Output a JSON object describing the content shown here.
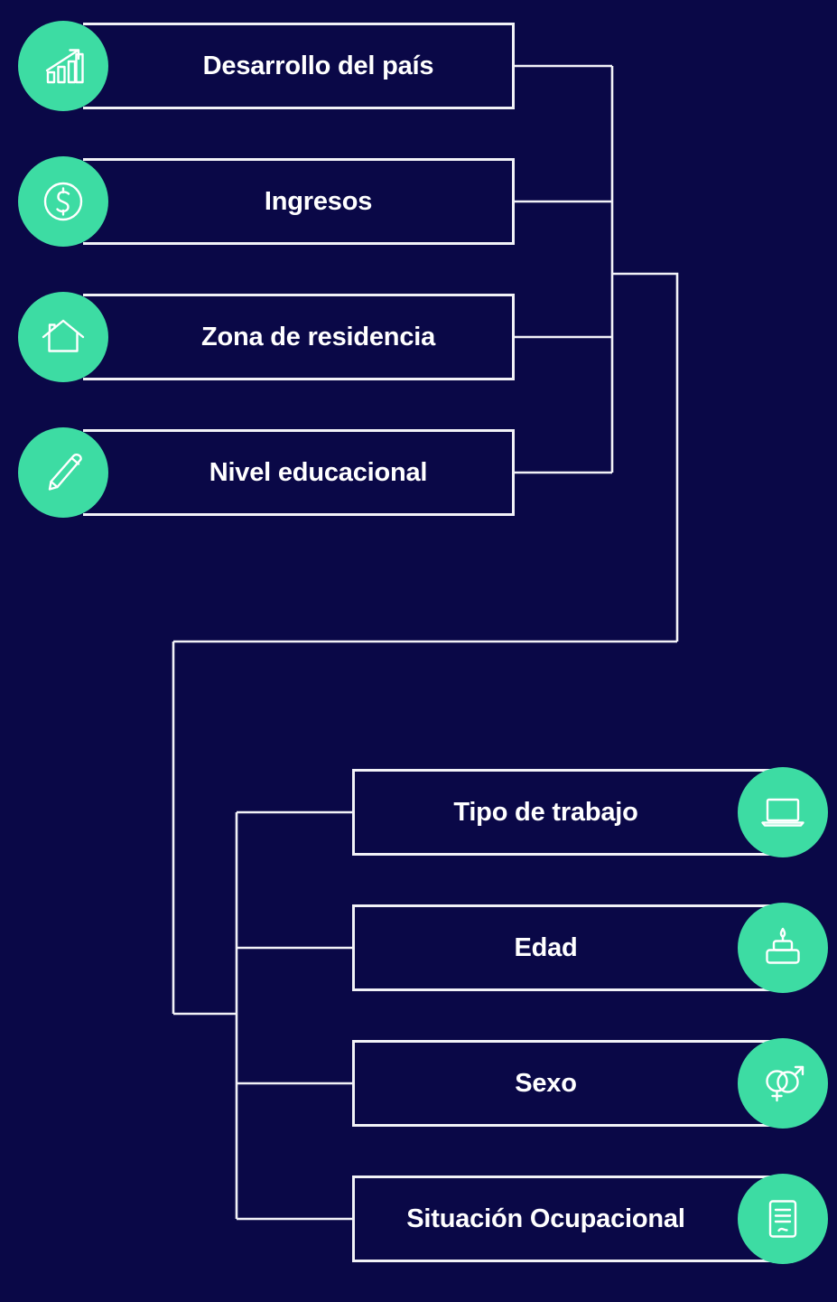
{
  "theme": {
    "background": "#0a0847",
    "accent": "#3ddca3",
    "line": "#f2f2f7",
    "text": "#ffffff"
  },
  "diagram": {
    "type": "bracket-tree",
    "orientation": "left-group-merges-into-right-group",
    "upper_group": {
      "icon_side": "left",
      "nodes": [
        {
          "id": "desarrollo",
          "label": "Desarrollo del país",
          "icon": "bar-chart-growth-icon"
        },
        {
          "id": "ingresos",
          "label": "Ingresos",
          "icon": "dollar-coin-icon"
        },
        {
          "id": "zona",
          "label": "Zona de residencia",
          "icon": "house-icon"
        },
        {
          "id": "nivel",
          "label": "Nivel educacional",
          "icon": "pencil-icon"
        }
      ]
    },
    "lower_group": {
      "icon_side": "right",
      "nodes": [
        {
          "id": "tipo",
          "label": "Tipo de trabajo",
          "icon": "laptop-icon"
        },
        {
          "id": "edad",
          "label": "Edad",
          "icon": "birthday-cake-icon"
        },
        {
          "id": "sexo",
          "label": "Sexo",
          "icon": "gender-symbols-icon"
        },
        {
          "id": "situacion",
          "label": "Situación Ocupacional",
          "icon": "document-signature-icon"
        }
      ]
    }
  }
}
